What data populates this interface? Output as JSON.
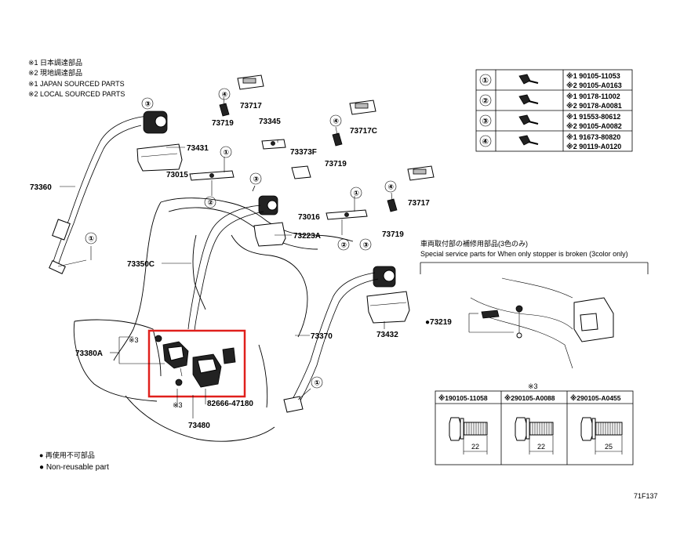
{
  "notes": {
    "jp1": "※1 日本調達部品",
    "jp2": "※2 現地調達部品",
    "en1": "※1 JAPAN SOURCED PARTS",
    "en2": "※2 LOCAL SOURCED PARTS"
  },
  "fastener_table": [
    {
      "key": "①",
      "p1": "※1 90105-11053",
      "p2": "※2 90105-A0163"
    },
    {
      "key": "②",
      "p1": "※1 90178-11002",
      "p2": "※2 90178-A0081"
    },
    {
      "key": "③",
      "p1": "※1 91553-80612",
      "p2": "※2 90105-A0082"
    },
    {
      "key": "④",
      "p1": "※1 91673-80820",
      "p2": "※2 90119-A0120"
    }
  ],
  "parts": {
    "p73360": "73360",
    "p73431": "73431",
    "p73719a": "73719",
    "p73717a": "73717",
    "p73345": "73345",
    "p73015": "73015",
    "p73717c": "73717C",
    "p73719b": "73719",
    "p73373f": "73373F",
    "p73016": "73016",
    "p73717b": "73717",
    "p73719c": "73719",
    "p73223a": "73223A",
    "p73350c": "73350C",
    "p73370": "73370",
    "p73432": "73432",
    "p73380a": "73380A",
    "p73480": "73480",
    "p82666": "82666-47180",
    "p73219": "●73219"
  },
  "callouts": {
    "c1": "①",
    "c2": "②",
    "c3": "③",
    "c4": "④",
    "x3": "※3"
  },
  "special": {
    "jp": "車両取付部の補修用部品(3色のみ)",
    "en": "Special service parts for When only stopper is broken (3color only)"
  },
  "bolts": {
    "header": "※3",
    "items": [
      {
        "pn": "※190105-11058",
        "len": "22"
      },
      {
        "pn": "※290105-A0088",
        "len": "22"
      },
      {
        "pn": "※290105-A0455",
        "len": "25"
      }
    ]
  },
  "legend": {
    "jp": "● 再使用不可部品",
    "en": "● Non-reusable part"
  },
  "fig_id": "71F137",
  "highlight_color": "#e0201c"
}
